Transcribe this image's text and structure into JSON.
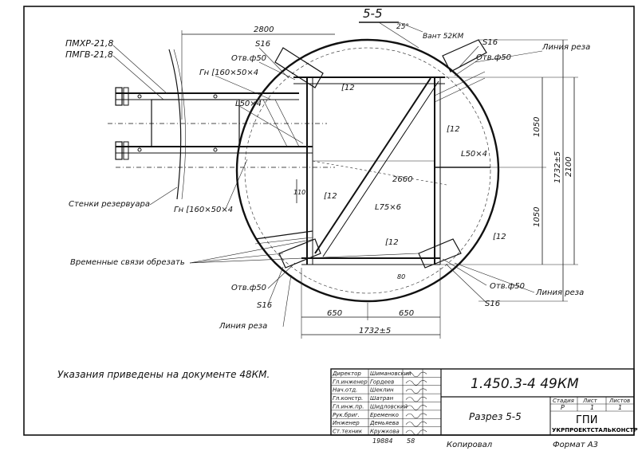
{
  "drawing": {
    "section_title": "5-5",
    "labels": {
      "pmkhr": "ПМХР-21,8",
      "pmgv": "ПМГВ-21,8",
      "otv_tl": "Отв.ф50",
      "otv_tr": "Отв.ф50",
      "otv_bl": "Отв.ф50",
      "otv_br": "Отв.ф50",
      "s16_tl": "S16",
      "s16_tr": "S16",
      "s16_bl": "S16",
      "s16_br": "S16",
      "gn_top": "Гн [160×50×4",
      "gn_bot": "Гн [160×50×4",
      "l50_left": "L50×4",
      "l50_right": "L50×4",
      "c12_top": "[12",
      "c12_right": "[12",
      "c12_mid": "[12",
      "c12_bot": "[12",
      "c12_br": "[12",
      "l75": "L75×6",
      "d2660": "2660",
      "h110": "110",
      "angle": "25°",
      "vant": "Вант 52КМ",
      "cut_tr": "Линия реза",
      "cut_br": "Линия реза",
      "cut_bl": "Линия реза",
      "walls": "Стенки резервуара",
      "temp_links": "Временные связи обрезать",
      "d2800": "2800",
      "d1050_top": "1050",
      "d1050_bot": "1050",
      "d1732_v": "1732±5",
      "d2100": "2100",
      "d650_l": "650",
      "d650_r": "650",
      "d1732_h": "1732±5",
      "n80": "80"
    },
    "note": "Указания приведены на документе 48КМ."
  },
  "title_block": {
    "doc_number": "1.450.3-4  49КМ",
    "sheet_title": "Разрез 5-5",
    "stage_header": "Стадия",
    "sheet_header": "Лист",
    "sheets_header": "Листов",
    "stage": "Р",
    "sheet": "1",
    "sheets": "1",
    "org_short": "ГПИ",
    "org_full": "УКРПРОЕКТСТАЛЬКОНСТРУКЦИЯ",
    "rows": [
      {
        "role": "Директор",
        "name": "Шимановский"
      },
      {
        "role": "Гл.инженер",
        "name": "Гордеев"
      },
      {
        "role": "Нач.отд.",
        "name": "Шеклин"
      },
      {
        "role": "Гл.констр.",
        "name": "Шатран"
      },
      {
        "role": "Гл.инж.пр.",
        "name": "Шидловский"
      },
      {
        "role": "Рук.бриг.",
        "name": "Еременко"
      },
      {
        "role": "Инженер",
        "name": "Демьяева"
      },
      {
        "role": "Ст.техник",
        "name": "Кружкова"
      }
    ]
  },
  "footer": {
    "number": "19884",
    "code": "58",
    "copied": "Копировал",
    "format": "Формат А3"
  }
}
